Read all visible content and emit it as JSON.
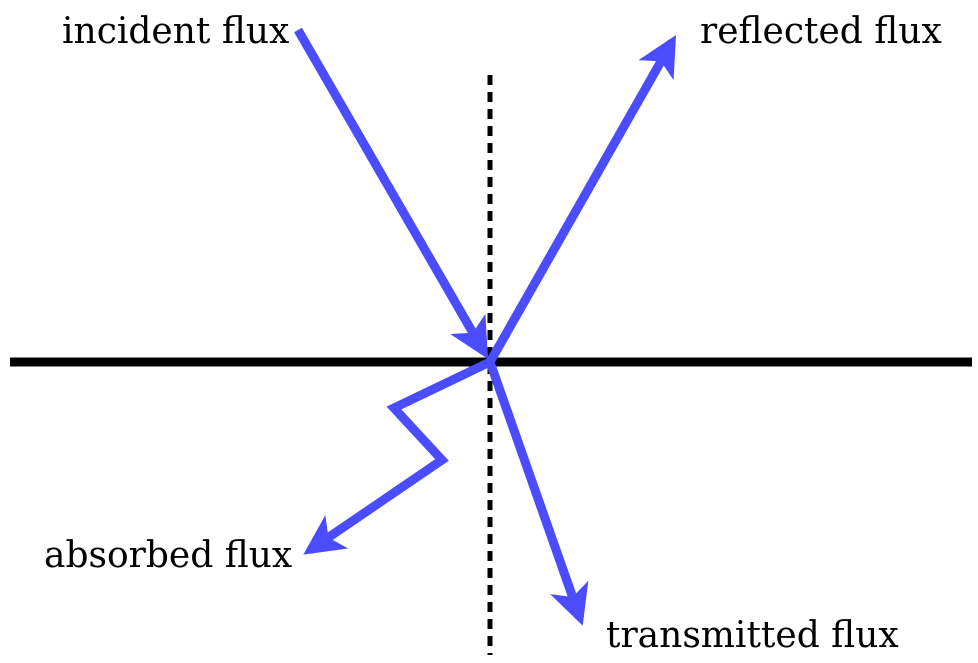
{
  "labels": {
    "incident": "incident flux",
    "reflected": "reflected flux",
    "absorbed": "absorbed flux",
    "transmitted": "transmitted flux"
  },
  "colors": {
    "flux": "#4c4cff",
    "surface": "#000000",
    "normal": "#000000"
  }
}
